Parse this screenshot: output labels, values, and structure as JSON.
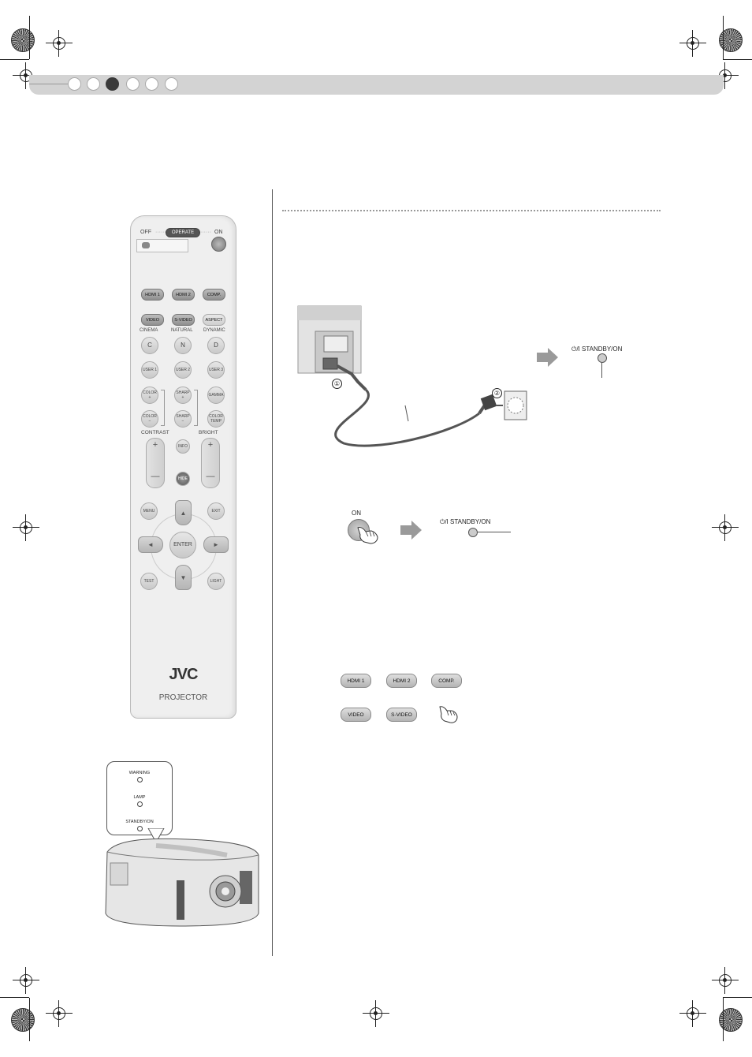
{
  "header": {
    "step_indicator_total": 6,
    "step_indicator_active": 3
  },
  "remote": {
    "off_label": "OFF",
    "operate_label": "OPERATE",
    "on_label": "ON",
    "hdmi1": "HDMI 1",
    "hdmi2": "HDMI 2",
    "comp": "COMP.",
    "video": "VIDEO",
    "svideo": "S-VIDEO",
    "aspect": "ASPECT",
    "cinema": "CINEMA",
    "natural": "NATURAL",
    "dynamic": "DYNAMIC",
    "c": "C",
    "n": "N",
    "d": "D",
    "user1": "USER 1",
    "user2": "USER 2",
    "user3": "USER 3",
    "color_plus": "COLOR +",
    "sharp_plus": "SHARP +",
    "gamma": "GAMMA",
    "color_minus": "COLOR −",
    "sharp_minus": "SHARP −",
    "color_temp": "COLOR TEMP",
    "contrast": "CONTRAST",
    "bright": "BRIGHT",
    "plus": "+",
    "minus": "—",
    "info": "INFO",
    "hide": "HIDE",
    "menu": "MENU",
    "exit": "EXIT",
    "enter": "ENTER",
    "test": "TEST",
    "light": "LIGHT",
    "brand": "JVC",
    "product": "PROJECTOR"
  },
  "diagram": {
    "step1": "①",
    "step2": "②",
    "standby_label": "⏻/I  STANDBY/ON",
    "on_button": "ON",
    "standby_label_2": "⏻/I  STANDBY/ON"
  },
  "input_buttons": {
    "hdmi1": "HDMI 1",
    "hdmi2": "HDMI 2",
    "comp": "COMP.",
    "video": "VIDEO",
    "svideo": "S-VIDEO"
  },
  "indicators": {
    "warning": "WARNING",
    "lamp": "LAMP",
    "standby": "STANDBY/ON"
  },
  "colors": {
    "band": "#d3d3d3",
    "active_step": "#3a3a3a",
    "arrow": "#9a9a9a"
  }
}
